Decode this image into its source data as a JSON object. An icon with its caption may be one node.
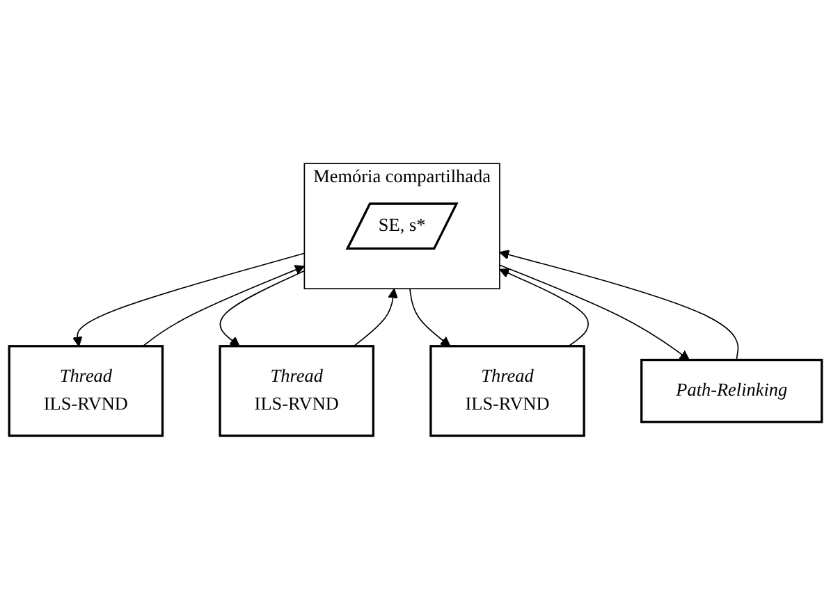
{
  "diagram": {
    "nodes": [
      {
        "text": [
          "Thread",
          "ILS-RVND"
        ]
      },
      {
        "text": [
          "Thread",
          "ILS-RVND"
        ]
      },
      {
        "text": [
          "Thread",
          "ILS-RVND"
        ]
      },
      {
        "text": [
          "Memória compartilhada"
        ]
      },
      {
        "text": [
          "SE, s*"
        ],
        "in": 3
      },
      {
        "text": [
          "Path-Relinking"
        ]
      }
    ],
    "edges": [
      {
        "from": 0,
        "to": 3,
        "arrow": "to"
      },
      {
        "from": 3,
        "to": 0,
        "arrow": "to"
      },
      {
        "from": 1,
        "to": 3,
        "arrow": "to"
      },
      {
        "from": 3,
        "to": 1,
        "arrow": "to"
      },
      {
        "from": 2,
        "to": 3,
        "arrow": "to"
      },
      {
        "from": 3,
        "to": 2,
        "arrow": "to"
      },
      {
        "from": 3,
        "to": 5,
        "arrow": "to"
      },
      {
        "from": 5,
        "to": 3,
        "arrow": "to"
      }
    ]
  }
}
